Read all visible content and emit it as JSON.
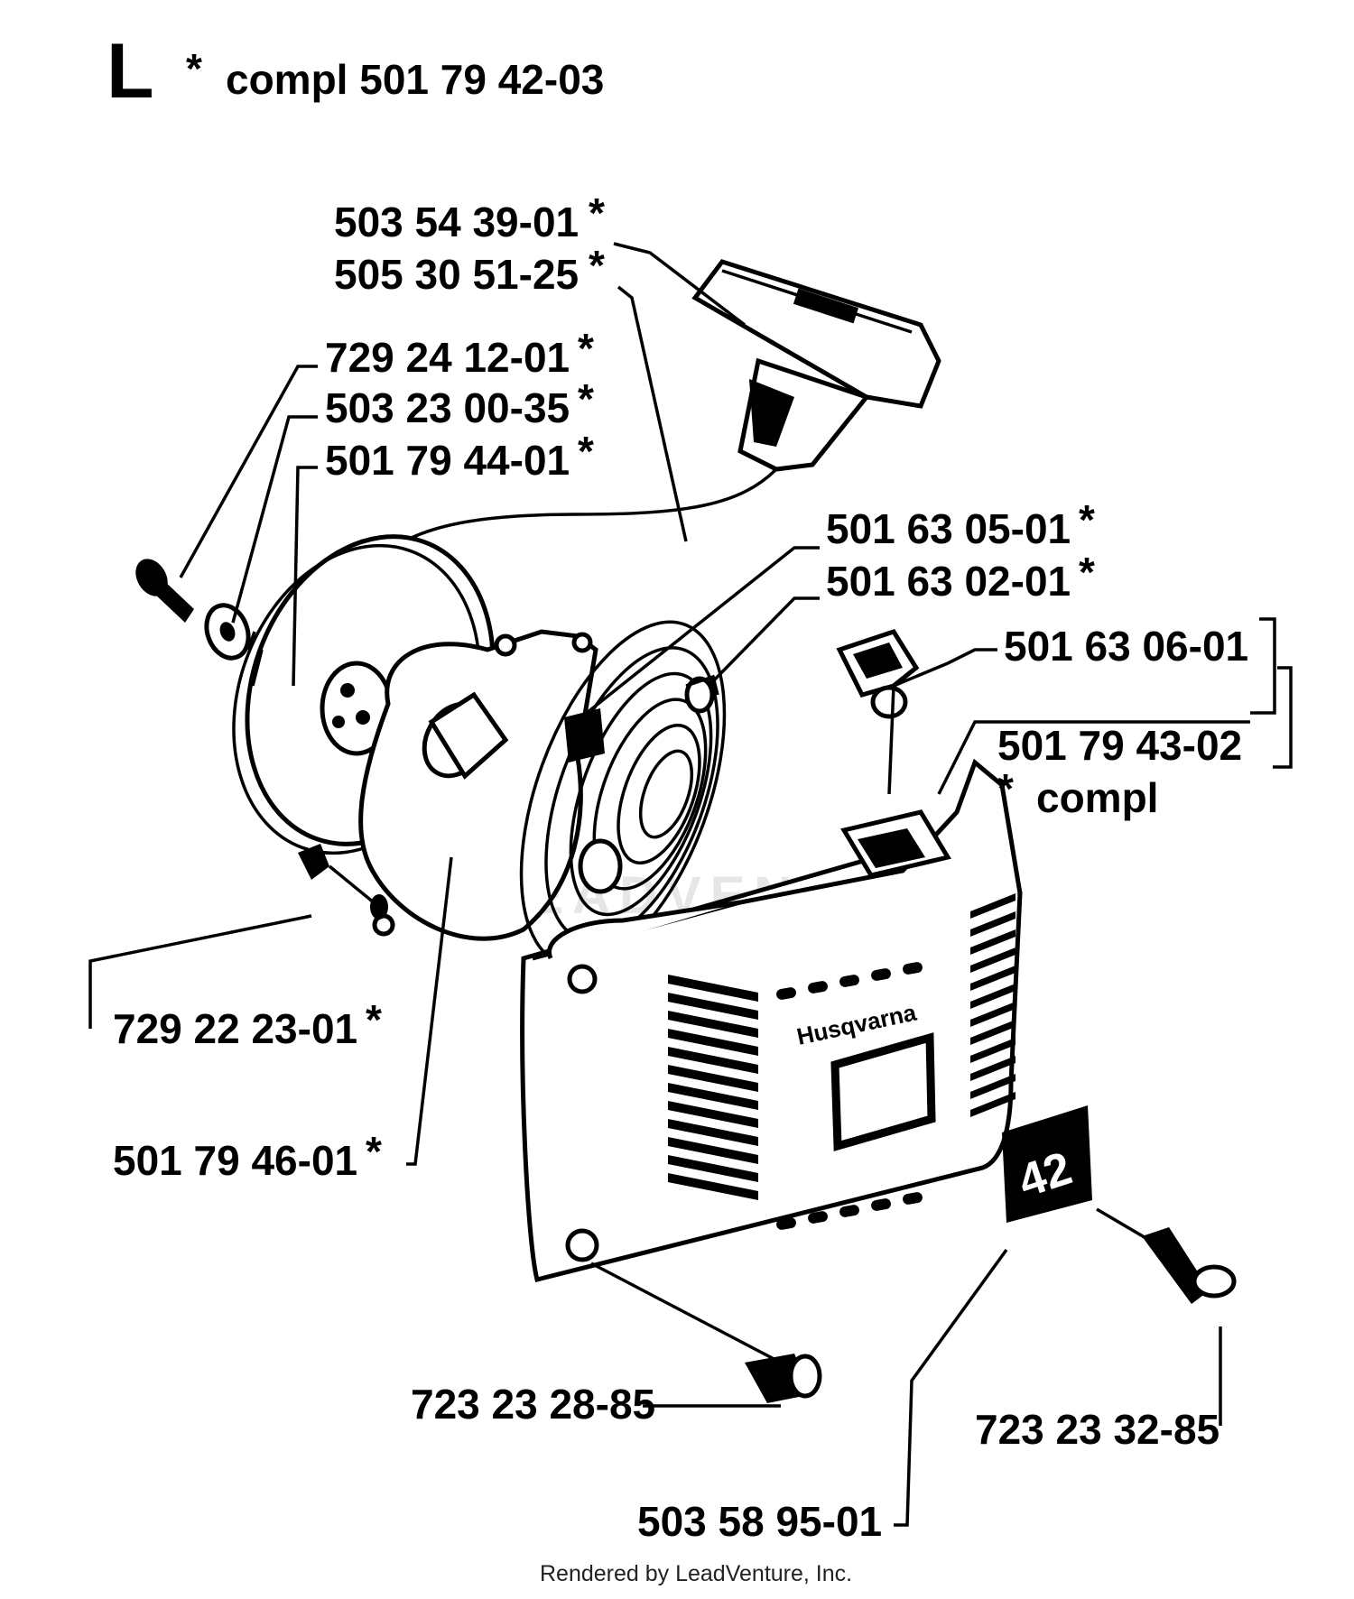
{
  "header": {
    "section_letter": "L",
    "asterisk": "*",
    "compl_text": "compl 501 79 42-03"
  },
  "parts": [
    {
      "id": "p1",
      "number": "503 54 39-01",
      "suffix": "*"
    },
    {
      "id": "p2",
      "number": "505 30 51-25",
      "suffix": "*"
    },
    {
      "id": "p3",
      "number": "729 24 12-01",
      "suffix": "*"
    },
    {
      "id": "p4",
      "number": "503 23 00-35",
      "suffix": "*"
    },
    {
      "id": "p5",
      "number": "501 79 44-01",
      "suffix": "*"
    },
    {
      "id": "p6",
      "number": "501 63 05-01",
      "suffix": "*"
    },
    {
      "id": "p7",
      "number": "501 63 02-01",
      "suffix": "*"
    },
    {
      "id": "p8",
      "number": "501 63 06-01",
      "suffix": ""
    },
    {
      "id": "p9",
      "number": "501 79 43-02",
      "suffix": ""
    },
    {
      "id": "p9b",
      "number": "compl",
      "suffix": "*"
    },
    {
      "id": "p10",
      "number": "729 22 23-01",
      "suffix": "*"
    },
    {
      "id": "p11",
      "number": "501 79 46-01",
      "suffix": "*"
    },
    {
      "id": "p12",
      "number": "723 23 28-85",
      "suffix": ""
    },
    {
      "id": "p13",
      "number": "723 23 32-85",
      "suffix": ""
    },
    {
      "id": "p14",
      "number": "503 58 95-01",
      "suffix": ""
    }
  ],
  "plate_text": "42",
  "brand_text": "Husqvarna",
  "watermark": "LEADVENTURE",
  "footer": "Rendered by LeadVenture, Inc."
}
